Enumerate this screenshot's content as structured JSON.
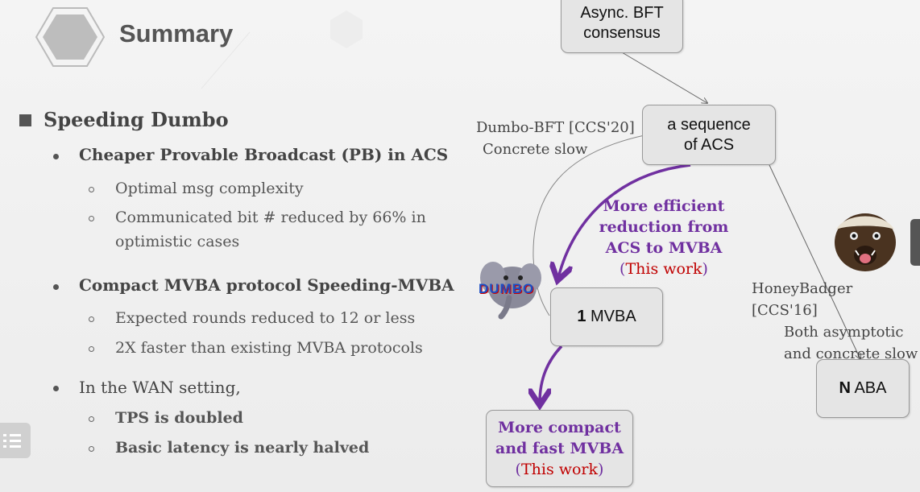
{
  "slide": {
    "title": "Summary",
    "section": "Speeding Dumbo",
    "bullets": [
      {
        "label": "Cheaper Provable Broadcast (PB) in ACS",
        "subs": [
          "Optimal msg complexity",
          "Communicated bit # reduced by 66% in",
          "optimistic cases"
        ]
      },
      {
        "label": "Compact MVBA protocol Speeding-MVBA",
        "subs": [
          "Expected rounds reduced to 12 or less",
          "2X faster than existing MVBA protocols"
        ]
      },
      {
        "label": "In the WAN setting,",
        "subs": [
          "TPS is doubled",
          "Basic latency is nearly halved"
        ]
      }
    ]
  },
  "diagram": {
    "consensus_box": [
      "Async. BFT",
      "consensus"
    ],
    "acs_box": [
      "a sequence",
      "of ACS"
    ],
    "mvba_box": {
      "num": "1",
      "label": " MVBA"
    },
    "aba_box": {
      "num": "N",
      "label": " ABA"
    },
    "result_box": [
      "More compact",
      "and fast MVBA",
      "(",
      "This work",
      ")"
    ],
    "dumbo_note": [
      "Dumbo-BFT [CCS'20]",
      "Concrete slow"
    ],
    "honeybadger_note": [
      "HoneyBadger [CCS'16]",
      "Both asymptotic",
      "and concrete slow"
    ],
    "reduction_note": [
      "More efficient",
      "reduction from",
      "ACS to MVBA",
      "(",
      "This work",
      ")"
    ],
    "dumbo_logo_text": "DUMBO"
  },
  "colors": {
    "accent_purple": "#7030a0",
    "accent_red": "#c00000",
    "box_fill": "#e5e5e5"
  }
}
